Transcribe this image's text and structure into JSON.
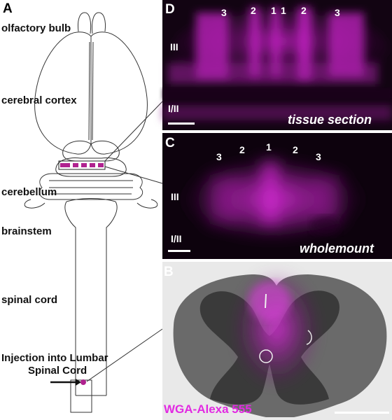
{
  "panels": {
    "a": {
      "letter": "A",
      "labels": {
        "olfactory": "olfactory bulb",
        "cortex": "cerebral cortex",
        "cerebellum": "cerebellum",
        "brainstem": "brainstem",
        "spinal": "spinal cord",
        "injection_line1": "Injection into Lumbar",
        "injection_line2": "Spinal Cord"
      }
    },
    "d": {
      "letter": "D",
      "caption": "tissue section",
      "layer_top": "III",
      "layer_bottom": "I/II",
      "stripes": [
        "3",
        "2",
        "1",
        "1",
        "2",
        "3"
      ]
    },
    "c": {
      "letter": "C",
      "caption": "wholemount",
      "layer_top": "III",
      "layer_bottom": "I/II",
      "stripes": [
        "3",
        "2",
        "1",
        "2",
        "3"
      ]
    },
    "b": {
      "letter": "B",
      "caption": "WGA-Alexa 555"
    }
  },
  "colors": {
    "magenta": "#e22ae2",
    "stain": "#c622c6",
    "injection_dot": "#b0228f"
  }
}
